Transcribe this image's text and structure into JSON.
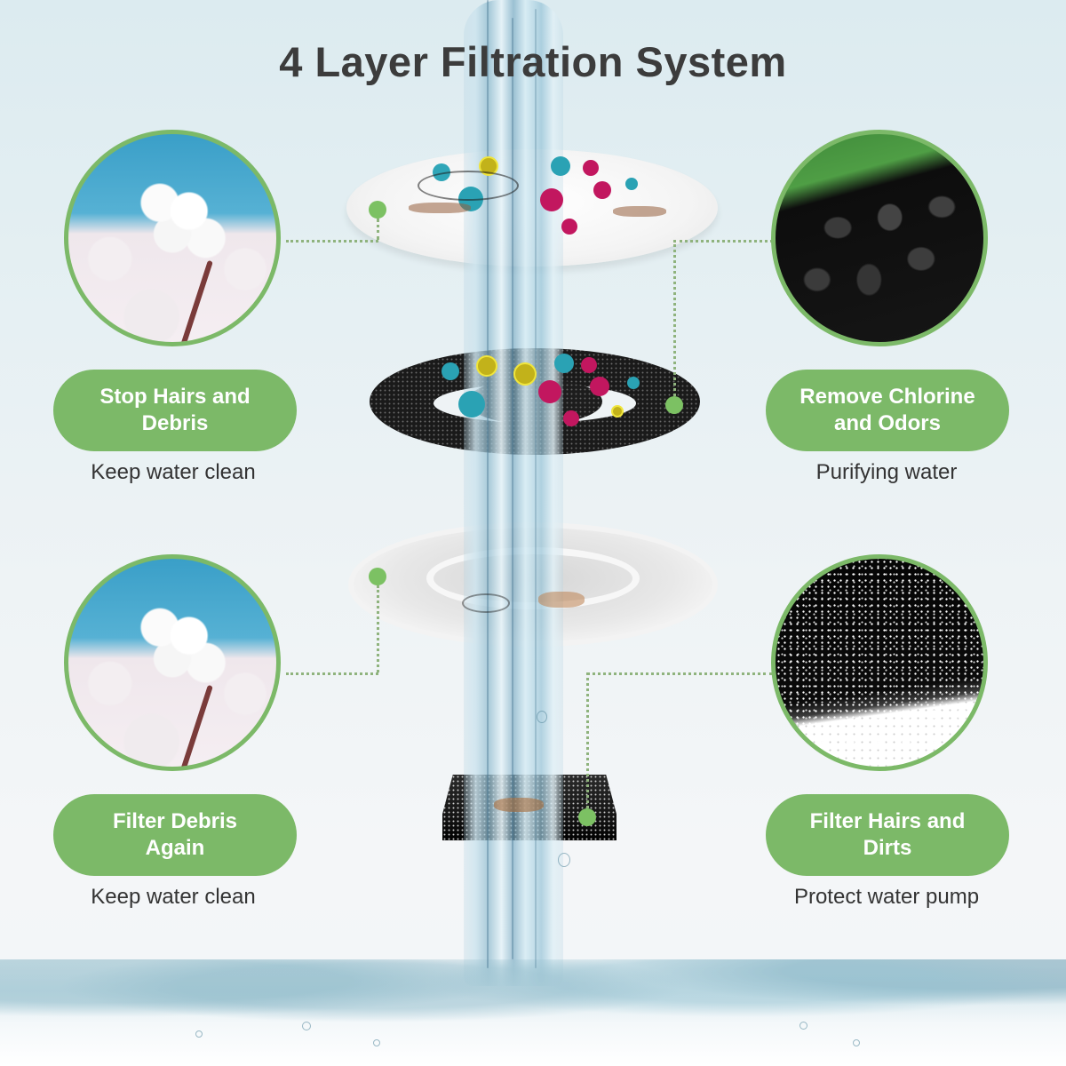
{
  "title": "4 Layer Filtration System",
  "colors": {
    "accent_green": "#7cb968",
    "dot_green": "#7cc163",
    "title_text": "#3c3c3c",
    "body_text": "#333333"
  },
  "layers": [
    {
      "position": "top-left",
      "image": "cotton-image",
      "label_line1": "Stop Hairs and",
      "label_line2": "Debris",
      "subtitle": "Keep water clean"
    },
    {
      "position": "top-right",
      "image": "activated-carbon-image",
      "label_line1": "Remove Chlorine",
      "label_line2": "and Odors",
      "subtitle": "Purifying water"
    },
    {
      "position": "bottom-left",
      "image": "cotton-image",
      "label_line1": "Filter Debris",
      "label_line2": "Again",
      "subtitle": "Keep water clean"
    },
    {
      "position": "bottom-right",
      "image": "black-foam-image",
      "label_line1": "Filter Hairs and",
      "label_line2": "Dirts",
      "subtitle": "Protect water pump"
    }
  ],
  "filters": [
    {
      "name": "white-cotton-disc",
      "layer": 1
    },
    {
      "name": "activated-carbon-ring",
      "layer": 2
    },
    {
      "name": "white-ring-filter",
      "layer": 3
    },
    {
      "name": "black-foam-pad",
      "layer": 4
    }
  ]
}
